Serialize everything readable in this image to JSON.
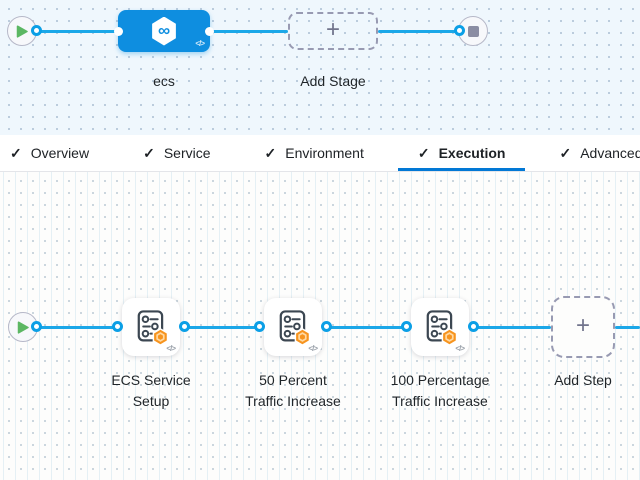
{
  "stage_canvas": {
    "stage": {
      "name": "ecs",
      "icon_glyph": "∞"
    },
    "add_stage": {
      "label": "Add Stage",
      "plus_glyph": "+"
    },
    "code_glyph": "</>"
  },
  "tab_bar": {
    "check_glyph": "✓",
    "tabs": [
      {
        "label": "Overview",
        "checked": true,
        "active": false
      },
      {
        "label": "Service",
        "checked": true,
        "active": false
      },
      {
        "label": "Environment",
        "checked": true,
        "active": false
      },
      {
        "label": "Execution",
        "checked": true,
        "active": true
      },
      {
        "label": "Advanced",
        "checked": true,
        "active": false
      }
    ]
  },
  "execution_canvas": {
    "steps": [
      {
        "name": "ECS Service\nSetup"
      },
      {
        "name": "50 Percent\nTraffic Increase"
      },
      {
        "name": "100 Percentage\nTraffic Increase"
      }
    ],
    "add_step": {
      "label": "Add Step",
      "plus_glyph": "+"
    },
    "code_glyph": "</>"
  },
  "colors": {
    "connector_line": "#1BA7E8",
    "stage_node_blue": "#0E8EE0",
    "play_green": "#5CB763",
    "stop_gray": "#8B8DA3",
    "active_tab_underline": "#0278D5",
    "step_badge_orange": "#F7941E"
  }
}
